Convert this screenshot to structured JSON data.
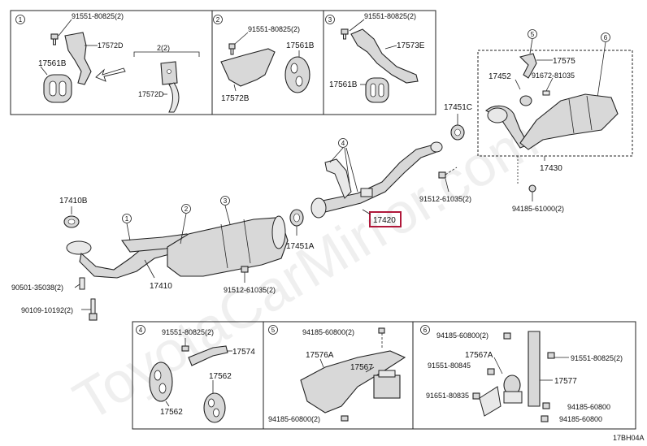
{
  "watermark": "ToyotaCarMirror.com",
  "diagram_id": "17BH04A",
  "highlighted_part": "17420",
  "inset_1": {
    "number": "1",
    "labels": {
      "bolt": "91551-80825(2)",
      "bracket_a": "17572D",
      "insulator": "17561B",
      "count": "2(2)",
      "bracket_b": "17572D"
    }
  },
  "inset_2": {
    "number": "2",
    "labels": {
      "bolt": "91551-80825(2)",
      "insulator": "17561B",
      "bracket": "17572B"
    }
  },
  "inset_3": {
    "number": "3",
    "labels": {
      "bolt": "91551-80825(2)",
      "bracket": "17573E",
      "insulator": "17561B"
    }
  },
  "inset_4": {
    "number": "4",
    "labels": {
      "bolt": "91551-80825(2)",
      "bracket": "17574",
      "insulator_a": "17562",
      "insulator_b": "17562"
    }
  },
  "inset_5": {
    "number": "5",
    "labels": {
      "bolt_top": "94185-60800(2)",
      "stay": "17576A",
      "damper": "17567",
      "bolt_bottom": "94185-60800(2)"
    }
  },
  "inset_6": {
    "number": "6",
    "labels": {
      "bolt_top": "94185-60800(2)",
      "damper": "17567A",
      "bolt_a": "91551-80845",
      "bolt_b": "91651-80835",
      "bolt_right": "91551-80825(2)",
      "bracket": "17577",
      "bolt_c": "94185-60800",
      "bolt_d": "94185-60800"
    }
  },
  "converter_group": {
    "callout_5": "5",
    "callout_6": "6",
    "bracket": "17575",
    "gasket": "17452",
    "bolt": "91672-81035",
    "assembly": "17430",
    "nut": "94185-61000(2)"
  },
  "main": {
    "gasket_c": "17451C",
    "center_pipe": "17420",
    "bolt_center": "91512-61035(2)",
    "gasket_b": "17410B",
    "front_pipe": "17410",
    "gasket_a": "17451A",
    "bolt_front": "91512-61035(2)",
    "stud": "90501-35038(2)",
    "bolt_bottom": "90109-10192(2)",
    "callouts": [
      "1",
      "2",
      "3",
      "4"
    ]
  }
}
